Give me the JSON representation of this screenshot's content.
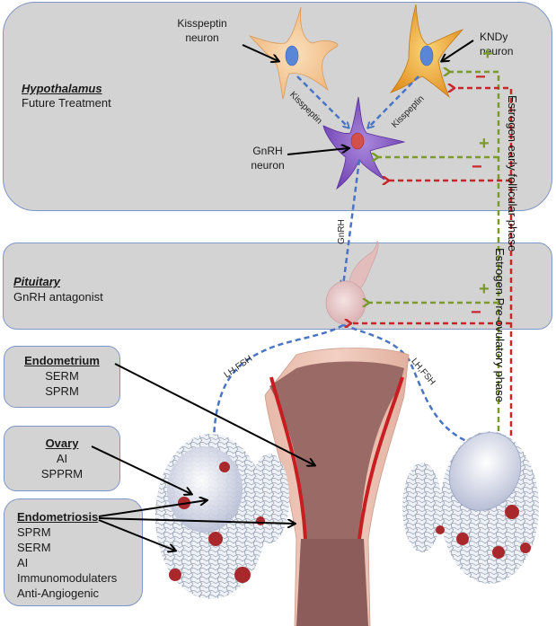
{
  "regions": {
    "hypothalamus": {
      "title": "Hypothalamus",
      "subtitle": "Future Treatment"
    },
    "pituitary": {
      "title": "Pituitary",
      "subtitle": "GnRH antagonist"
    }
  },
  "neurons": {
    "kisspeptin": {
      "line1": "Kisspeptin",
      "line2": "neuron"
    },
    "kndy": {
      "line1": "KNDy",
      "line2": "neuron"
    },
    "gnrh": {
      "line1": "GnRH",
      "line2": "neuron"
    }
  },
  "signals": {
    "kisspeptin_left": "Kisspeptin",
    "kisspeptin_right": "Kisspeptin",
    "gnrh": "GnRH",
    "lhfsh_left": "LH,FSH",
    "lhfsh_right": "LH,FSH"
  },
  "feedback": {
    "early_follicular": "Estrogen early follicular phase",
    "pre_ovulatory": "Estrogen Pre-ovulatory phase",
    "positive_symbol": "+",
    "negative_symbol": "−"
  },
  "targets": {
    "endometrium": {
      "title": "Endometrium",
      "items": [
        "SERM",
        "SPRM"
      ]
    },
    "ovary": {
      "title": "Ovary",
      "items": [
        "AI",
        "SPPRM"
      ]
    },
    "endometriosis": {
      "title": "Endometriosis",
      "items": [
        "SPRM",
        "SERM",
        "AI",
        "Immunomodulaters",
        "Anti-Angiogenic"
      ]
    }
  },
  "colors": {
    "panel_fill": "#d3d3d3",
    "panel_border": "#7f96c6",
    "stimulatory_green": "#7a9a2e",
    "inhibitory_red": "#c8262a",
    "hormone_blue": "#4a74c4",
    "kisspeptin_neuron": "#f5c58e",
    "kndy_neuron": "#f0a830",
    "gnrh_neuron": "#8c5cc4"
  }
}
